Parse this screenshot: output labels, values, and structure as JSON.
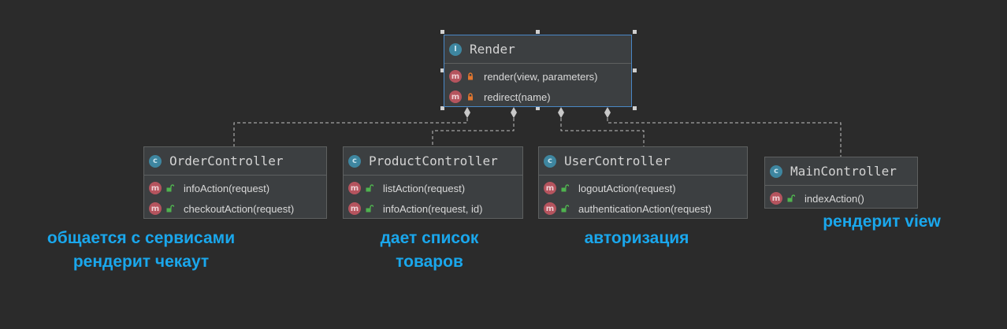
{
  "diagram": {
    "render": {
      "name": "Render",
      "badge": "I",
      "methods": [
        {
          "label": "render(view, parameters)",
          "badge": "m",
          "visibility": "private-lock"
        },
        {
          "label": "redirect(name)",
          "badge": "m",
          "visibility": "private-lock"
        }
      ]
    },
    "classes": [
      {
        "name": "OrderController",
        "badge": "c",
        "methods": [
          {
            "label": "infoAction(request)",
            "badge": "m",
            "visibility": "public-unlock"
          },
          {
            "label": "checkoutAction(request)",
            "badge": "m",
            "visibility": "public-unlock"
          }
        ]
      },
      {
        "name": "ProductController",
        "badge": "c",
        "methods": [
          {
            "label": "listAction(request)",
            "badge": "m",
            "visibility": "public-unlock"
          },
          {
            "label": "infoAction(request, id)",
            "badge": "m",
            "visibility": "public-unlock"
          }
        ]
      },
      {
        "name": "UserController",
        "badge": "c",
        "methods": [
          {
            "label": "logoutAction(request)",
            "badge": "m",
            "visibility": "public-unlock"
          },
          {
            "label": "authenticationAction(request)",
            "badge": "m",
            "visibility": "public-unlock"
          }
        ]
      },
      {
        "name": "MainController",
        "badge": "c",
        "methods": [
          {
            "label": "indexAction()",
            "badge": "m",
            "visibility": "public-unlock"
          }
        ]
      }
    ],
    "notes": {
      "order_line1": "общается с сервисами",
      "order_line2": "рендерит чекаут",
      "product_line1": "дает список",
      "product_line2": "товаров",
      "user_line1": "авторизация",
      "main_line1": "рендерит view"
    },
    "colors": {
      "background": "#2b2b2b",
      "class_fill": "#3c3f41",
      "class_border": "#5e6060",
      "selected_border": "#4a88c7",
      "note_text": "#1aa7ec",
      "edge": "#c0c0c0"
    }
  }
}
